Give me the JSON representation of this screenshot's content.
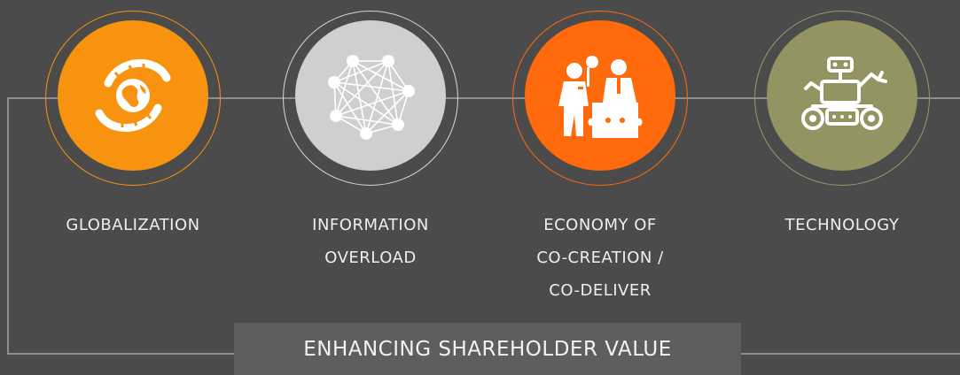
{
  "colors": {
    "background": "#4b4b4b",
    "line": "#8e8e8e",
    "globalization": "#f7930f",
    "information_overload": "#cfcfcf",
    "economy": "#ff6a0c",
    "technology": "#949463",
    "banner": "#5e5e5e"
  },
  "items": [
    {
      "label": "GLOBALIZATION",
      "icon": "globe-icon"
    },
    {
      "label": "INFORMATION\nOVERLOAD",
      "icon": "network-icon"
    },
    {
      "label": "ECONOMY OF\nCO-CREATION /\nCO-DELIVER",
      "icon": "collaboration-puzzle-icon"
    },
    {
      "label": "TECHNOLOGY",
      "icon": "robot-rover-icon"
    }
  ],
  "banner": {
    "label": "ENHANCING SHAREHOLDER VALUE"
  }
}
